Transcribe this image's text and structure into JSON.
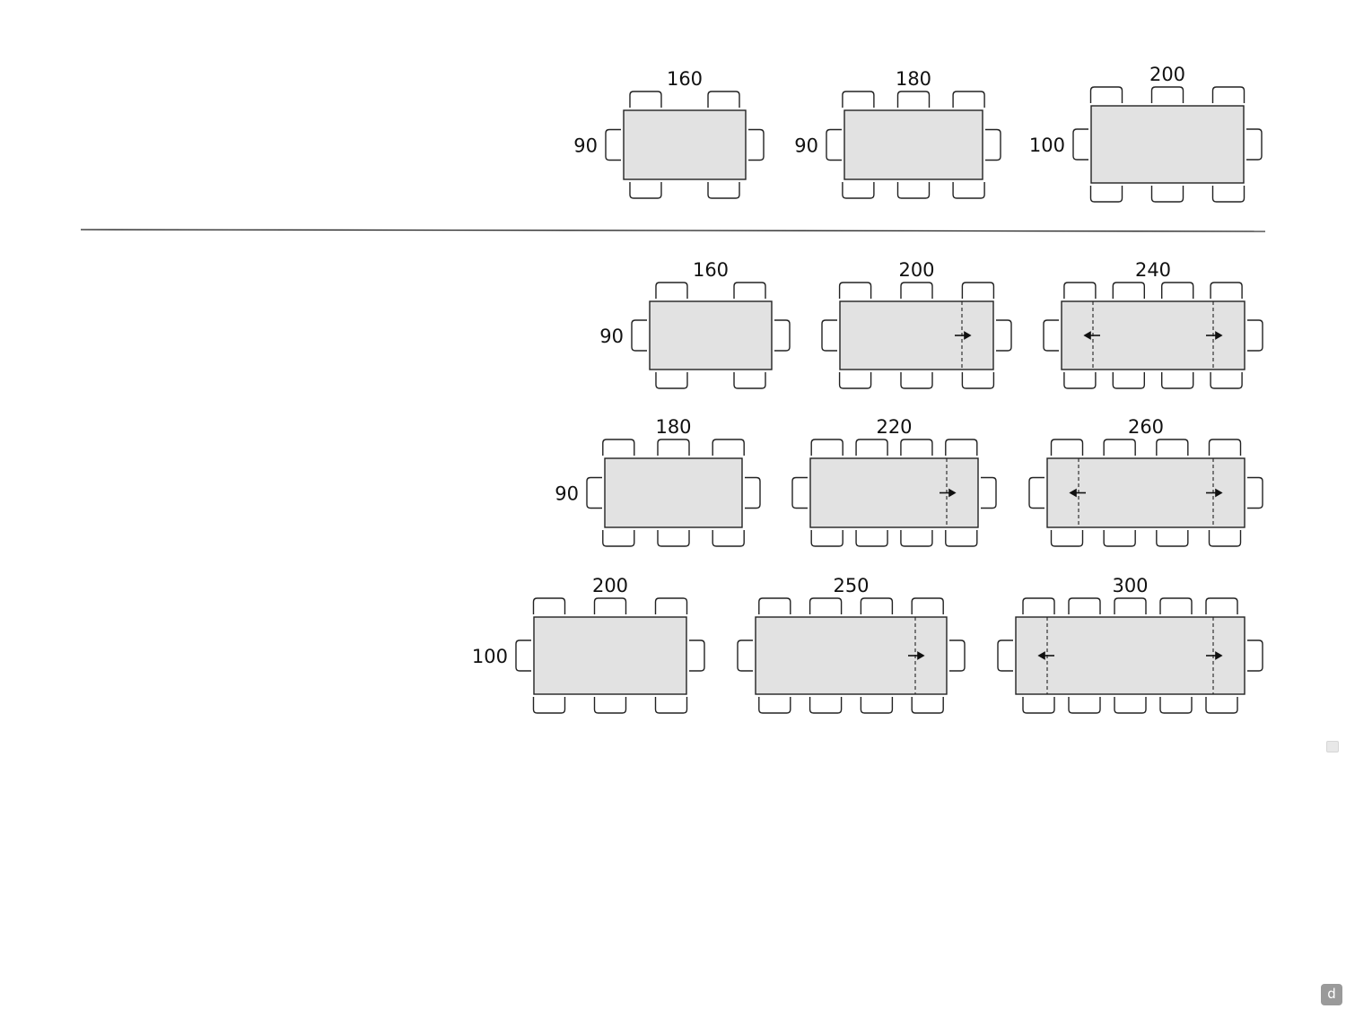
{
  "fixed_tables": [
    {
      "length_label": "160",
      "width_label": "90",
      "chairs_per_side": 2,
      "extensions": 0
    },
    {
      "length_label": "180",
      "width_label": "90",
      "chairs_per_side": 3,
      "extensions": 0
    },
    {
      "length_label": "200",
      "width_label": "100",
      "chairs_per_side": 3,
      "extensions": 0
    }
  ],
  "extendable_tables": [
    [
      {
        "length_label": "160",
        "width_label": "90",
        "chairs_per_side": 2,
        "extensions": 0
      },
      {
        "length_label": "200",
        "width_label": "",
        "chairs_per_side": 3,
        "extensions": 1
      },
      {
        "length_label": "240",
        "width_label": "",
        "chairs_per_side": 4,
        "extensions": 2
      }
    ],
    [
      {
        "length_label": "180",
        "width_label": "90",
        "chairs_per_side": 3,
        "extensions": 0
      },
      {
        "length_label": "220",
        "width_label": "",
        "chairs_per_side": 4,
        "extensions": 1
      },
      {
        "length_label": "260",
        "width_label": "",
        "chairs_per_side": 4,
        "extensions": 2
      }
    ],
    [
      {
        "length_label": "200",
        "width_label": "100",
        "chairs_per_side": 3,
        "extensions": 0
      },
      {
        "length_label": "250",
        "width_label": "",
        "chairs_per_side": 4,
        "extensions": 1
      },
      {
        "length_label": "300",
        "width_label": "",
        "chairs_per_side": 5,
        "extensions": 2
      }
    ]
  ],
  "colors": {
    "tabletop": "#e2e2e2",
    "outline": "#222222"
  },
  "icons": {
    "watermark": "d-logo-icon"
  },
  "watermark_text": "d"
}
